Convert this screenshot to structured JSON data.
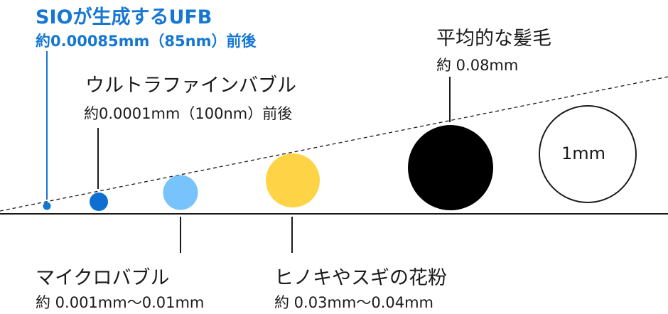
{
  "sio": {
    "title": "SIOが生成するUFB",
    "size": "約0.00085mm（85nm）前後",
    "color": "#1677d2"
  },
  "ultrafine": {
    "title": "ウルトラファインバブル",
    "size": "約0.0001mm（100nm）前後",
    "color": "#0e6fd0"
  },
  "micro": {
    "title": "マイクロバブル",
    "size": "約 0.001mm～0.01mm",
    "color": "#78c3fb"
  },
  "pollen": {
    "title": "ヒノキやスギの花粉",
    "size": "約 0.03mm～0.04mm",
    "color": "#fed446"
  },
  "hair": {
    "title": "平均的な髪毛",
    "size": "約 0.08mm",
    "color": "#000000"
  },
  "one_mm": {
    "label": "1mm"
  }
}
